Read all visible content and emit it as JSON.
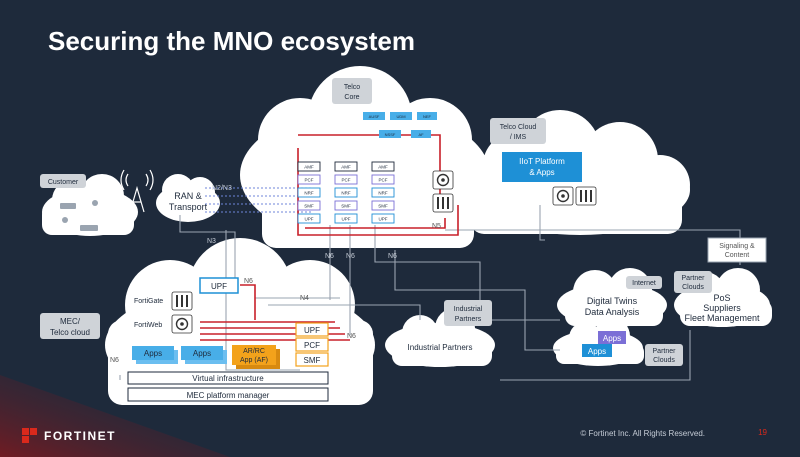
{
  "slide": {
    "title": "Securing the MNO ecosystem",
    "page_number": "19",
    "copyright": "© Fortinet Inc. All Rights Reserved.",
    "logo_text": "FORTINET"
  },
  "labels": {
    "telco_core": [
      "Telco",
      "Core"
    ],
    "telco_cloud": [
      "Telco Cloud",
      "/ IMS"
    ],
    "iiot": [
      "IIoT Platform",
      "& Apps"
    ],
    "customer": "Customer",
    "ran": [
      "RAN &",
      "Transport"
    ],
    "n2n3": "N2/N3",
    "n3": "N3",
    "n6a": "N6",
    "n6b": "N6",
    "n6c": "N6",
    "n6d": "N6",
    "n6e": "N6",
    "n6f": "N6",
    "n4": "N4",
    "n5": "N5",
    "mec": [
      "MEC/",
      "Telco cloud"
    ],
    "fortigate": "FortiGate",
    "fortiweb": "FortiWeb",
    "upf_main": "UPF",
    "upf_small": "UPF",
    "pcf": "PCF",
    "smf": "SMF",
    "apps1": "Apps",
    "apps2": "Apps",
    "arvr": [
      "AR/RC",
      "App (AF)"
    ],
    "virtual_infra": "Virtual infrastructure",
    "mec_manager": "MEC platform manager",
    "industrial_partners_tag": [
      "Industrial",
      "Partners"
    ],
    "industrial_partners": "Industrial Partners",
    "internet": "Internet",
    "digital_twins": [
      "Digital Twins",
      "Data Analysis"
    ],
    "partner_clouds_tag1": [
      "Partner",
      "Clouds"
    ],
    "pos": [
      "PoS",
      "Suppliers",
      "Fleet Management"
    ],
    "signaling": [
      "Signaling &",
      "Content"
    ],
    "apps3": "Apps",
    "apps4": "Apps",
    "partner_clouds_tag2": [
      "Partner",
      "Clouds"
    ],
    "core_top": [
      "AUSF",
      "UDM",
      "NEF"
    ],
    "core_mid": [
      "NSSF",
      "AF"
    ],
    "nf_stack": [
      "AMF",
      "PCF",
      "NRF",
      "SMF",
      "UPF"
    ]
  },
  "colors": {
    "background": "#1e2a3b",
    "cloud": "#ffffff",
    "red_link": "#c8202a",
    "accent_blue": "#1e90d6",
    "tag_grey": "#cfd3d8",
    "amber": "#f3a21b",
    "purple": "#7b6fd6",
    "logo_red": "#da291c"
  },
  "icons": [
    "antenna-icon",
    "fortigate-icon",
    "fortiweb-icon",
    "router-icon",
    "server-icon"
  ]
}
